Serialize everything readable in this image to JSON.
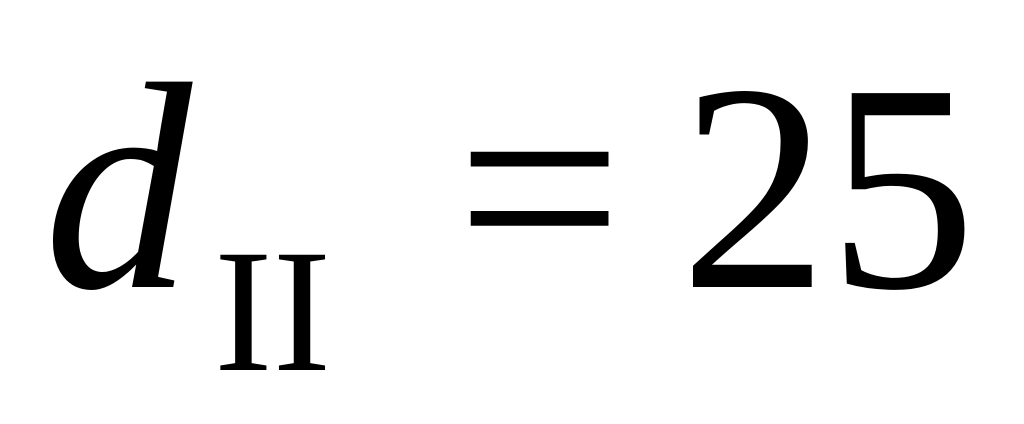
{
  "formula": {
    "variable": "d",
    "subscript": "II",
    "operator": "=",
    "value": "25"
  }
}
